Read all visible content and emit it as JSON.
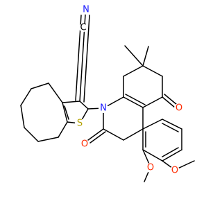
{
  "molecule": {
    "atoms": [
      {
        "id": "N_nitrile",
        "label": "N",
        "color": "#1a1aff"
      },
      {
        "id": "C_nitrile",
        "label": "C",
        "color": "#000000"
      },
      {
        "id": "N_ring",
        "label": "N",
        "color": "#1a1aff"
      },
      {
        "id": "S_thio",
        "label": "S",
        "color": "#b3a100"
      },
      {
        "id": "O_ketone",
        "label": "O",
        "color": "#ff2a00"
      },
      {
        "id": "O_lactam",
        "label": "O",
        "color": "#ff2a00"
      },
      {
        "id": "O_methoxy_2",
        "label": "O",
        "color": "#ff2a00"
      },
      {
        "id": "O_methoxy_3",
        "label": "O",
        "color": "#ff2a00"
      }
    ]
  }
}
